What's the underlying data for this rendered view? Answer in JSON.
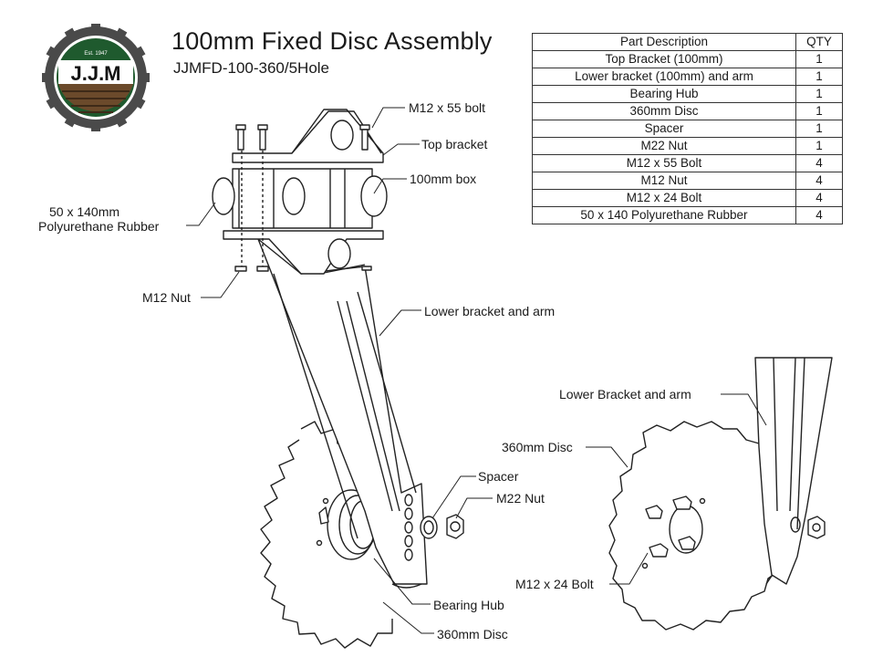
{
  "logo": {
    "est": "Est. 1947",
    "brand": "J.J.M"
  },
  "header": {
    "title": "100mm Fixed Disc Assembly",
    "subtitle": "JJMFD-100-360/5Hole"
  },
  "parts_table": {
    "headers": [
      "Part Description",
      "QTY"
    ],
    "rows": [
      [
        "Top Bracket (100mm)",
        "1"
      ],
      [
        "Lower bracket (100mm) and arm",
        "1"
      ],
      [
        "Bearing Hub",
        "1"
      ],
      [
        "360mm Disc",
        "1"
      ],
      [
        "Spacer",
        "1"
      ],
      [
        "M22 Nut",
        "1"
      ],
      [
        "M12 x 55 Bolt",
        "4"
      ],
      [
        "M12 Nut",
        "4"
      ],
      [
        "M12 x 24 Bolt",
        "4"
      ],
      [
        "50 x 140 Polyurethane Rubber",
        "4"
      ]
    ]
  },
  "labels": {
    "bolt_m12x55": "M12 x 55 bolt",
    "top_bracket": "Top bracket",
    "box_100mm": "100mm box",
    "rubber_l1": "50 x 140mm",
    "rubber_l2": "Polyurethane Rubber",
    "m12_nut": "M12 Nut",
    "lower_bracket": "Lower bracket and arm",
    "spacer": "Spacer",
    "m22_nut": "M22 Nut",
    "bearing_hub": "Bearing Hub",
    "disc_360": "360mm Disc",
    "right_lower_bracket": "Lower Bracket and arm",
    "right_disc_360": "360mm Disc",
    "m12x24_bolt": "M12 x 24 Bolt"
  },
  "colors": {
    "logo_ring": "#4a4a4a",
    "logo_green": "#1f5a2e",
    "logo_brown": "#6b4a2b",
    "line": "#222222"
  }
}
